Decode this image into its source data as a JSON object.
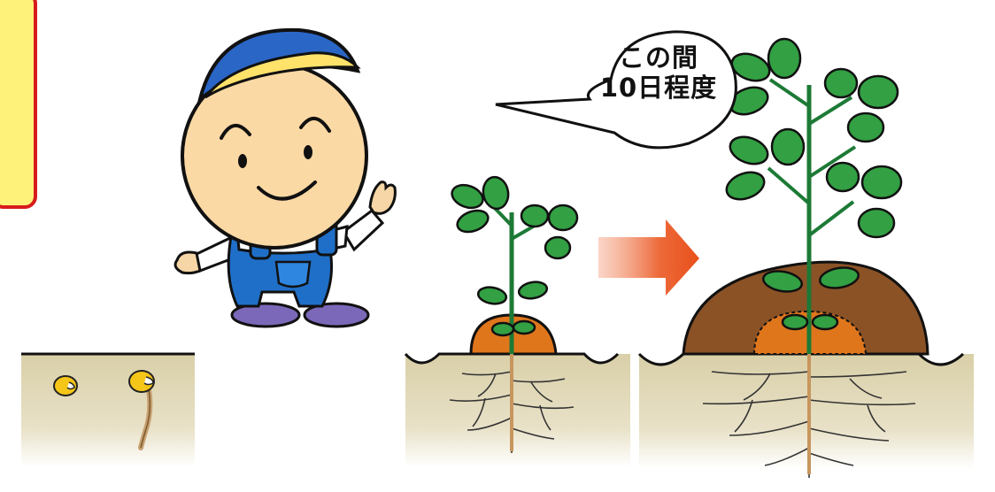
{
  "callout": {
    "line1": "この間",
    "line2": "10日程度"
  },
  "colors": {
    "soil": "#ddd4b0",
    "mound_inner": "#e0761c",
    "mound_outer": "#8b5226",
    "leaf": "#32a043",
    "arrow": "#e8501b",
    "note_fill": "#fff27a",
    "note_border": "#d81b1b",
    "overalls": "#1f6fc8"
  },
  "stages": [
    "seeds-sprouting",
    "young-plant-small-mound",
    "grown-plant-large-mound"
  ]
}
